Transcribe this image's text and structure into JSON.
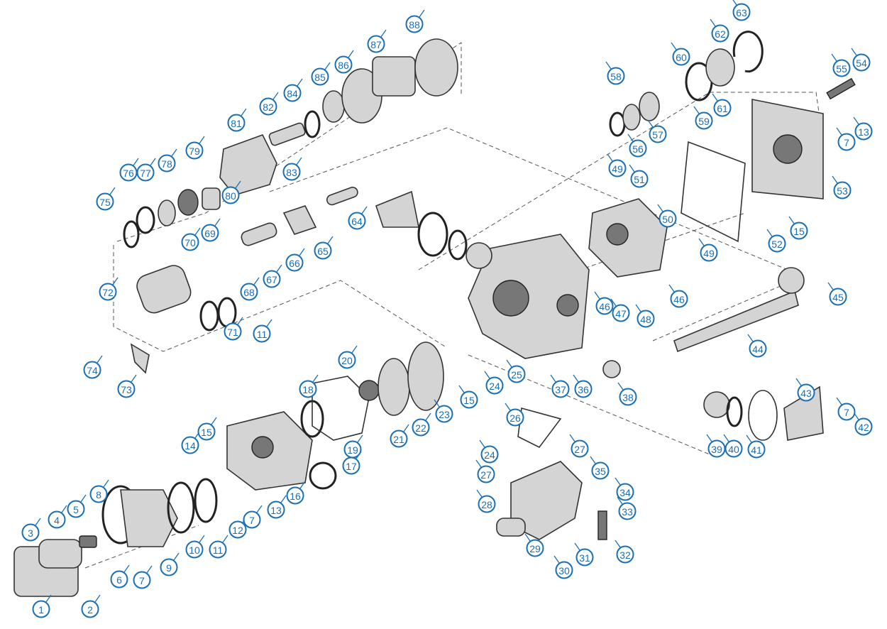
{
  "diagram": {
    "type": "exploded-parts-diagram",
    "callout_color": "#1a6fb5",
    "callouts": [
      "1",
      "2",
      "3",
      "4",
      "5",
      "6",
      "7",
      "8",
      "9",
      "10",
      "11",
      "12",
      "13",
      "7",
      "14",
      "15",
      "16",
      "17",
      "18",
      "19",
      "20",
      "21",
      "22",
      "23",
      "24",
      "15",
      "25",
      "26",
      "27",
      "27",
      "24",
      "28",
      "29",
      "30",
      "31",
      "32",
      "33",
      "34",
      "35",
      "36",
      "37",
      "38",
      "39",
      "40",
      "41",
      "42",
      "7",
      "43",
      "44",
      "45",
      "46",
      "46",
      "47",
      "48",
      "49",
      "49",
      "50",
      "51",
      "52",
      "53",
      "15",
      "54",
      "55",
      "13",
      "7",
      "56",
      "57",
      "58",
      "59",
      "60",
      "61",
      "62",
      "63",
      "64",
      "65",
      "66",
      "67",
      "68",
      "69",
      "70",
      "71",
      "72",
      "73",
      "74",
      "75",
      "76",
      "77",
      "78",
      "79",
      "80",
      "81",
      "82",
      "83",
      "84",
      "85",
      "86",
      "87",
      "88",
      "11"
    ]
  }
}
